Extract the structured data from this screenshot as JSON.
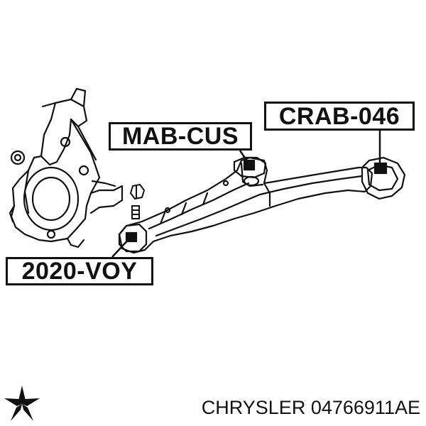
{
  "callouts": {
    "crab": "CRAB-046",
    "mab": "MAB-CUS",
    "voy": "2020-VOY"
  },
  "footer": {
    "brand": "CHRYSLER",
    "part_number": "04766911AE"
  },
  "logo": {
    "icon": "chrysler-pentastar-icon"
  },
  "colors": {
    "ink": "#111111",
    "background": "#ffffff"
  }
}
